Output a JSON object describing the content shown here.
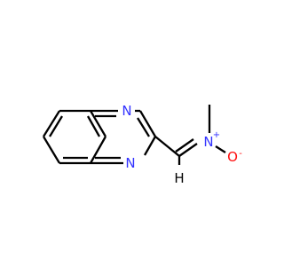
{
  "molecule": {
    "atoms": {
      "n_ring_top": "N",
      "n_ring_bottom": "N",
      "n_nitrone": "N",
      "n_nitrone_charge": "+",
      "o_oxide": "O",
      "o_oxide_charge": "-",
      "h_methine": "H"
    },
    "colors": {
      "bond": "#000000",
      "nitrogen": "#3333ff",
      "oxygen": "#ff0d0d",
      "carbon_label": "#000000",
      "background": "#ffffff"
    }
  }
}
